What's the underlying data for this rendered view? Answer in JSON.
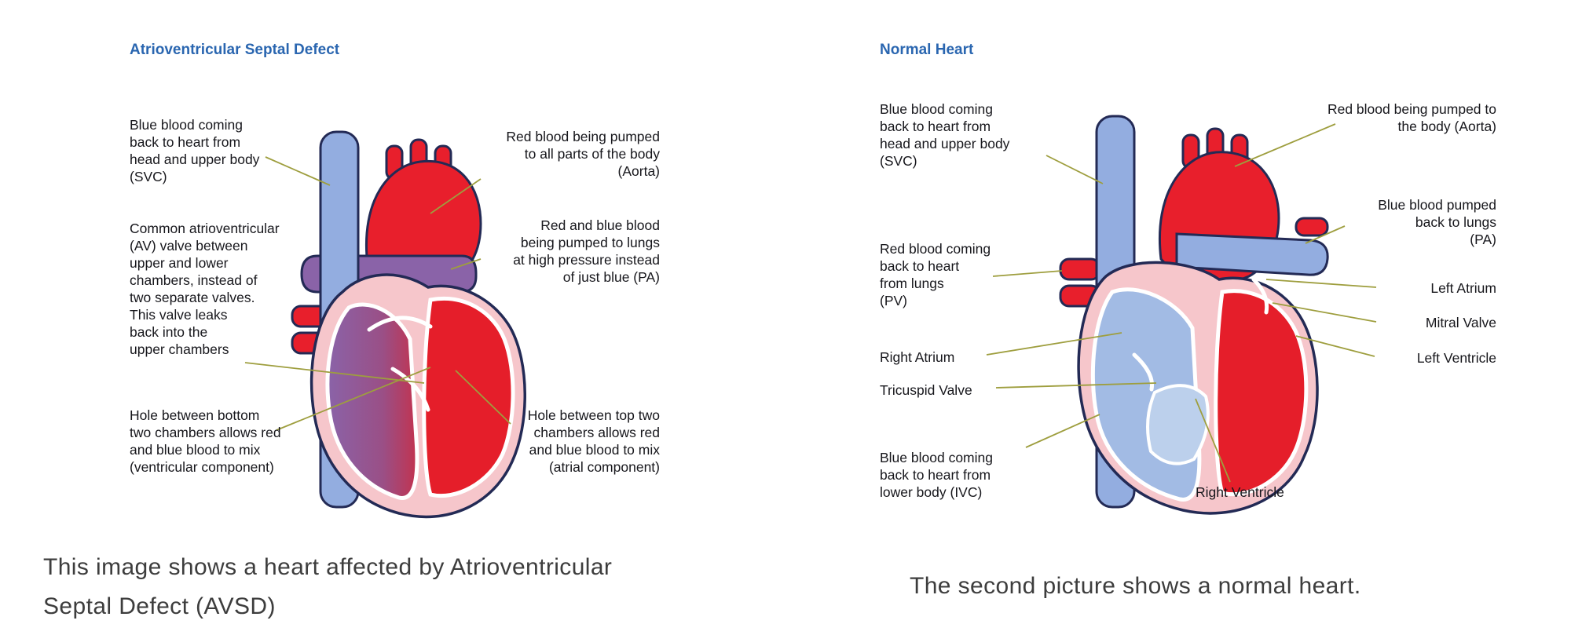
{
  "left_panel": {
    "title": "Atrioventricular Septal Defect",
    "labels": {
      "svc": "Blue blood coming\nback to heart from\nhead and upper body\n(SVC)",
      "av_valve": "Common atrioventricular\n(AV) valve between\nupper and lower\nchambers, instead of\ntwo separate valves.\nThis valve leaks\nback into the\nupper chambers",
      "hole_ventricular": "Hole between bottom\ntwo chambers allows red\nand blue blood to mix\n(ventricular component)",
      "aorta": "Red blood being pumped\nto all parts of the body\n(Aorta)",
      "pa": "Red and blue blood\nbeing pumped to lungs\nat high pressure instead\nof just blue (PA)",
      "hole_atrial": "Hole between top two\nchambers allows red\nand blue blood to mix\n(atrial component)"
    },
    "caption": "This image shows a heart affected by Atrioventricular\nSeptal Defect (AVSD)"
  },
  "right_panel": {
    "title": "Normal Heart",
    "labels": {
      "svc": "Blue blood coming\nback to heart from\nhead and upper body\n(SVC)",
      "pv": "Red blood coming\nback to heart\nfrom lungs\n(PV)",
      "right_atrium": "Right Atrium",
      "tricuspid_valve": "Tricuspid Valve",
      "ivc": "Blue blood coming\nback to heart from\nlower body (IVC)",
      "aorta": "Red blood being pumped to\nthe body (Aorta)",
      "pa": "Blue blood pumped\nback to lungs\n(PA)",
      "left_atrium": "Left Atrium",
      "mitral_valve": "Mitral Valve",
      "left_ventricle": "Left Ventricle",
      "right_ventricle": "Right Ventricle"
    },
    "caption": "The second picture shows a normal heart."
  },
  "colors": {
    "title_blue": "#2a66b0",
    "leader_line": "#9e9e3e",
    "vessel_blue": "#93ade0",
    "blood_red": "#e81f2c",
    "mixed_purple": "#8a63a8",
    "heart_pink": "#f6c6cb",
    "outline_navy": "#232a55",
    "caption_text": "#3d3d3d"
  }
}
